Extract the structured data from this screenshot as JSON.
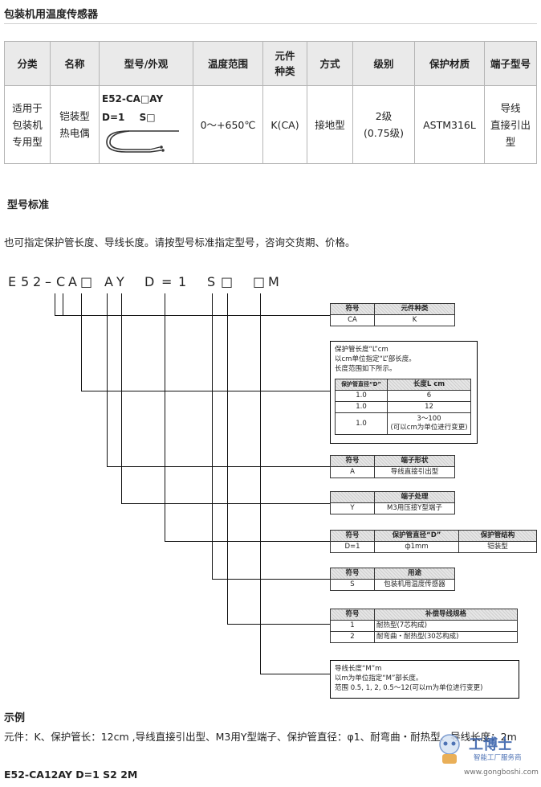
{
  "section1": {
    "title": "包装机用温度传感器"
  },
  "spec_table": {
    "headers": [
      "分类",
      "名称",
      "型号/外观",
      "温度范围",
      "元件\n种类",
      "方式",
      "级别",
      "保护材质",
      "端子型号"
    ],
    "row": {
      "category": "适用于\n包装机\n专用型",
      "name": "铠装型\n热电偶",
      "model_line1": "E52-CA□AY",
      "model_line2_a": "D=1",
      "model_line2_b": "S□",
      "temp_range": "0～+650℃",
      "element": "K(CA)",
      "method": "接地型",
      "grade": "2级\n(0.75级)",
      "material": "ASTM316L",
      "terminal": "导线\n直接引出型"
    }
  },
  "section2": {
    "title": "型号标准"
  },
  "intro": "也可指定保护管长度、导线长度。请按型号标准指定型号，咨询交货期、价格。",
  "model_code": [
    "E",
    "5",
    "2",
    "–",
    "C",
    "A",
    "□",
    "A",
    "Y",
    "D",
    "=",
    "1",
    "S",
    "□",
    "□",
    "M"
  ],
  "tables": {
    "element": {
      "headers": [
        "符号",
        "元件种类"
      ],
      "rows": [
        [
          "CA",
          "K"
        ]
      ]
    },
    "tube_length": {
      "note": [
        "保护管长度“L”cm",
        "以cm单位指定“L”部长度。",
        "长度范围如下所示。"
      ],
      "headers": [
        "保护管直径“D”",
        "长度L cm"
      ],
      "rows": [
        [
          "1.0",
          "6"
        ],
        [
          "1.0",
          "12"
        ],
        [
          "1.0",
          "3～100\n(可以cm为单位进行变更)"
        ]
      ]
    },
    "terminal_shape": {
      "headers": [
        "符号",
        "端子形状"
      ],
      "rows": [
        [
          "A",
          "导线直接引出型"
        ]
      ]
    },
    "terminal_process": {
      "headers": [
        "",
        "端子处理"
      ],
      "rows": [
        [
          "Y",
          "M3用压接Y型端子"
        ]
      ]
    },
    "tube_diameter": {
      "headers": [
        "符号",
        "保护管直径“D”",
        "保护管结构"
      ],
      "rows": [
        [
          "D=1",
          "ф1mm",
          "铠装型"
        ]
      ]
    },
    "usage": {
      "headers": [
        "符号",
        "用途"
      ],
      "rows": [
        [
          "S",
          "包装机用温度传感器"
        ]
      ]
    },
    "comp_wire": {
      "headers": [
        "符号",
        "补偿导线规格"
      ],
      "rows": [
        [
          "1",
          "耐热型(7芯构成)"
        ],
        [
          "2",
          "耐弯曲・耐热型(30芯构成)"
        ]
      ]
    },
    "wire_length": {
      "note": [
        "导线长度“M”m",
        "以m为单位指定“M”部长度。",
        "范围 0.5, 1, 2, 0.5～12(可以m为单位进行变更)"
      ]
    }
  },
  "example": {
    "title": "示例",
    "text": "元件：K、保护管长：12cm ,导线直接引出型、M3用Y型端子、保护管直径：φ1、耐弯曲・耐热型、导线长度：2m",
    "code": "E52-CA12AY D=1 S2 2M"
  },
  "watermark": {
    "logo_text": "工博士",
    "sub": "智能工厂服务商",
    "url": "www.gongboshi.com"
  }
}
